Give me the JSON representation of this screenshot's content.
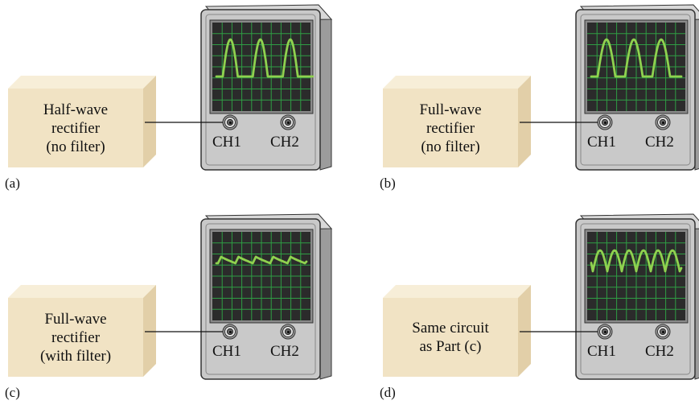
{
  "panels": [
    {
      "id": "a",
      "part_label": "(a)",
      "box_lines": [
        "Half-wave",
        "rectifier",
        "(no filter)"
      ],
      "ch1_label": "CH1",
      "ch2_label": "CH2",
      "waveform": "half-wave"
    },
    {
      "id": "b",
      "part_label": "(b)",
      "box_lines": [
        "Full-wave",
        "rectifier",
        "(no filter)"
      ],
      "ch1_label": "CH1",
      "ch2_label": "CH2",
      "waveform": "full-wave-gapped"
    },
    {
      "id": "c",
      "part_label": "(c)",
      "box_lines": [
        "Full-wave",
        "rectifier",
        "(with filter)"
      ],
      "ch1_label": "CH1",
      "ch2_label": "CH2",
      "waveform": "filtered-ripple"
    },
    {
      "id": "d",
      "part_label": "(d)",
      "box_lines": [
        "Same circuit",
        "as Part (c)"
      ],
      "ch1_label": "CH1",
      "ch2_label": "CH2",
      "waveform": "full-wave-ac-coupled"
    }
  ],
  "colors": {
    "box_front": "#f1e3c4",
    "box_side": "#e2cfa8",
    "box_top": "#f7eed8",
    "scope_body": "#c9c9c9",
    "scope_screen": "#2b2b2b",
    "grid": "#2f9e44",
    "trace": "#8fd14f"
  }
}
